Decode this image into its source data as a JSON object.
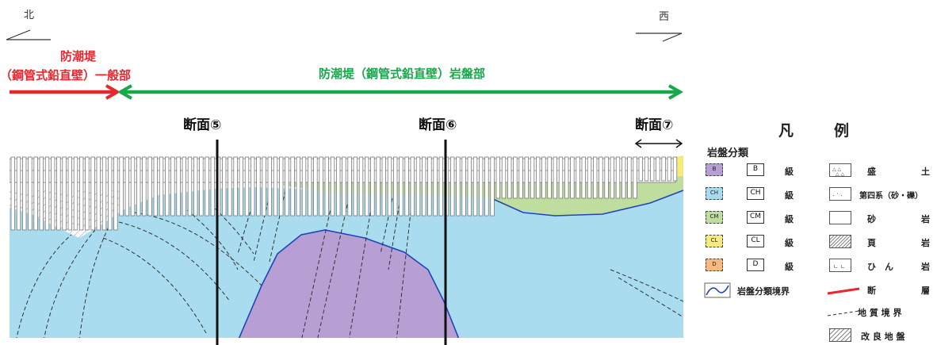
{
  "directions": {
    "left": "北",
    "right": "西"
  },
  "segments": {
    "general_line1": "防潮堤",
    "general_line2": "（鋼管式鉛直壁）一般部",
    "bedrock": "防潮堤（鋼管式鉛直壁）岩盤部"
  },
  "sections": [
    "断面⑤",
    "断面⑥",
    "断面⑦"
  ],
  "legend": {
    "title_a": "凡",
    "title_b": "例",
    "rock_class_title": "岩盤分類",
    "rock_classes": [
      {
        "swatch": "B",
        "code": "B",
        "suffix": "級",
        "color": "#b79fd4"
      },
      {
        "swatch": "CH",
        "code": "CH",
        "suffix": "級",
        "color": "#a9dcef"
      },
      {
        "swatch": "CM",
        "code": "CM",
        "suffix": "級",
        "color": "#bedd9e"
      },
      {
        "swatch": "CL",
        "code": "CL",
        "suffix": "級",
        "color": "#f4eb7a"
      },
      {
        "swatch": "D",
        "code": "D",
        "suffix": "級",
        "color": "#f7b980"
      }
    ],
    "boundary_label": "岩盤分類境界",
    "rock_types": [
      {
        "label_a": "盛",
        "label_b": "土"
      },
      {
        "label_a": "第四系（砂・礫）",
        "label_b": ""
      },
      {
        "label_a": "砂",
        "label_b": "岩"
      },
      {
        "label_a": "頁",
        "label_b": "岩"
      },
      {
        "label_a": "ひ　ん",
        "label_b": "岩"
      }
    ],
    "fault_a": "断",
    "fault_b": "層",
    "geo_boundary": "地 質 境 界",
    "improved_ground": "改 良 地 盤"
  },
  "colors": {
    "red_arrow": "#e8262d",
    "green_arrow": "#1aa64a",
    "sky": "#a9dcef",
    "purple": "#b79fd4",
    "green_layer": "#bedd9e",
    "yellow_layer": "#f4eb7a",
    "boundary_blue": "#2244bb"
  }
}
